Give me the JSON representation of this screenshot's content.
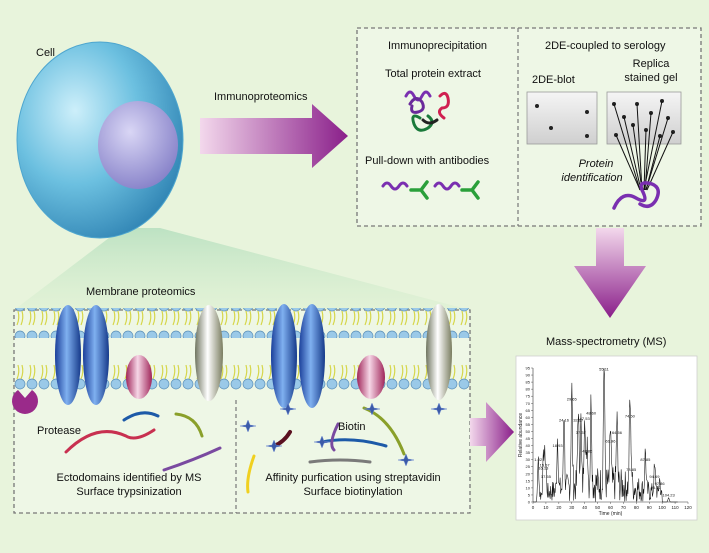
{
  "labels": {
    "cell": "Cell",
    "immunoproteomics": "Immunoproteomics",
    "immunoprecipitation": "Immunoprecipitation",
    "total_protein_extract": "Total protein extract",
    "pull_down": "Pull-down with antibodies",
    "twoDE_serology": "2DE-coupled to serology",
    "twoDE_blot": "2DE-blot",
    "replica_line1": "Replica",
    "replica_line2": "stained gel",
    "protein_line1": "Protein",
    "protein_line2": "identification",
    "membrane_proteomics": "Membrane proteomics",
    "mass_spec": "Mass-spectrometry (MS)",
    "protease": "Protease",
    "biotin": "Biotin",
    "ecto_line1": "Ectodomains identified by MS",
    "ecto_line2": "Surface trypsinization",
    "affinity_line1": "Affinity purfication using streptavidin",
    "affinity_line2": "Surface biotinylation"
  },
  "spectrum": {
    "y_axis_label": "Relative abundance",
    "x_axis_label": "Time (min)",
    "y_ticks": [
      "0",
      "5",
      "10",
      "15",
      "20",
      "25",
      "30",
      "35",
      "40",
      "45",
      "50",
      "55",
      "60",
      "65",
      "70",
      "75",
      "80",
      "85",
      "90",
      "95"
    ],
    "x_ticks": [
      "0",
      "10",
      "20",
      "30",
      "40",
      "50",
      "60",
      "70",
      "80",
      "90",
      "100",
      "110",
      "120"
    ],
    "peak_labels": [
      {
        "rt": 4,
        "ab": 28,
        "text": "1.02"
      },
      {
        "rt": 8,
        "ab": 22,
        "text": "16.13"
      },
      {
        "rt": 9,
        "ab": 24,
        "text": "15.57"
      },
      {
        "rt": 10,
        "ab": 16,
        "text": "17.55"
      },
      {
        "rt": 19,
        "ab": 38,
        "text": "18.93"
      },
      {
        "rt": 24,
        "ab": 56,
        "text": "24.16"
      },
      {
        "rt": 30,
        "ab": 71,
        "text": "29.65"
      },
      {
        "rt": 35,
        "ab": 56,
        "text": "32.67"
      },
      {
        "rt": 37,
        "ab": 47,
        "text": "37.37"
      },
      {
        "rt": 40,
        "ab": 57,
        "text": "47.53"
      },
      {
        "rt": 42,
        "ab": 34,
        "text": "48.86"
      },
      {
        "rt": 45,
        "ab": 61,
        "text": "48.60"
      },
      {
        "rt": 55,
        "ab": 92,
        "text": "55.11"
      },
      {
        "rt": 60,
        "ab": 41,
        "text": "61.96"
      },
      {
        "rt": 65,
        "ab": 47,
        "text": "64.56"
      },
      {
        "rt": 75,
        "ab": 59,
        "text": "74.50"
      },
      {
        "rt": 76,
        "ab": 21,
        "text": "78.85"
      },
      {
        "rt": 87,
        "ab": 28,
        "text": "87.85"
      },
      {
        "rt": 94,
        "ab": 16,
        "text": "94.69"
      },
      {
        "rt": 98,
        "ab": 11,
        "text": "97.86"
      },
      {
        "rt": 95,
        "ab": 8,
        "text": "95.72"
      },
      {
        "rt": 105,
        "ab": 3,
        "text": "104.23"
      }
    ]
  },
  "colors": {
    "background": "#e8f4dc",
    "cell_body": "#6cc0e0",
    "nucleus": "#9a9ad6",
    "arrow": "#8a1f8a",
    "membrane_head": "#9ac9e8",
    "membrane_tail": "#e0e070"
  }
}
